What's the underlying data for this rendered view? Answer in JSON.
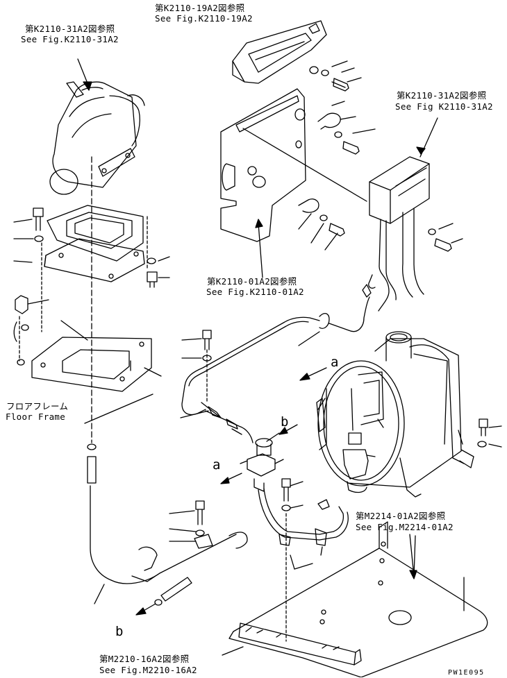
{
  "references": [
    {
      "jp": "第K2110-19A2図参照",
      "en": "See Fig.K2110-19A2"
    },
    {
      "jp": "第K2110-31A2図参照",
      "en": "See Fig.K2110-31A2"
    },
    {
      "jp": "第K2110-31A2図参照",
      "en": "See Fig K2110-31A2"
    },
    {
      "jp": "第K2110-01A2図参照",
      "en": "See Fig.K2110-01A2"
    },
    {
      "jp": "第M2214-01A2図参照",
      "en": "See Fig.M2214-01A2"
    },
    {
      "jp": "第M2210-16A2図参照",
      "en": "See Fig.M2210-16A2"
    }
  ],
  "floor_frame": {
    "jp": "フロアフレーム",
    "en": "Floor Frame"
  },
  "view_marks": {
    "a": "a",
    "b": "b"
  },
  "drawing_code": "PW1E095"
}
